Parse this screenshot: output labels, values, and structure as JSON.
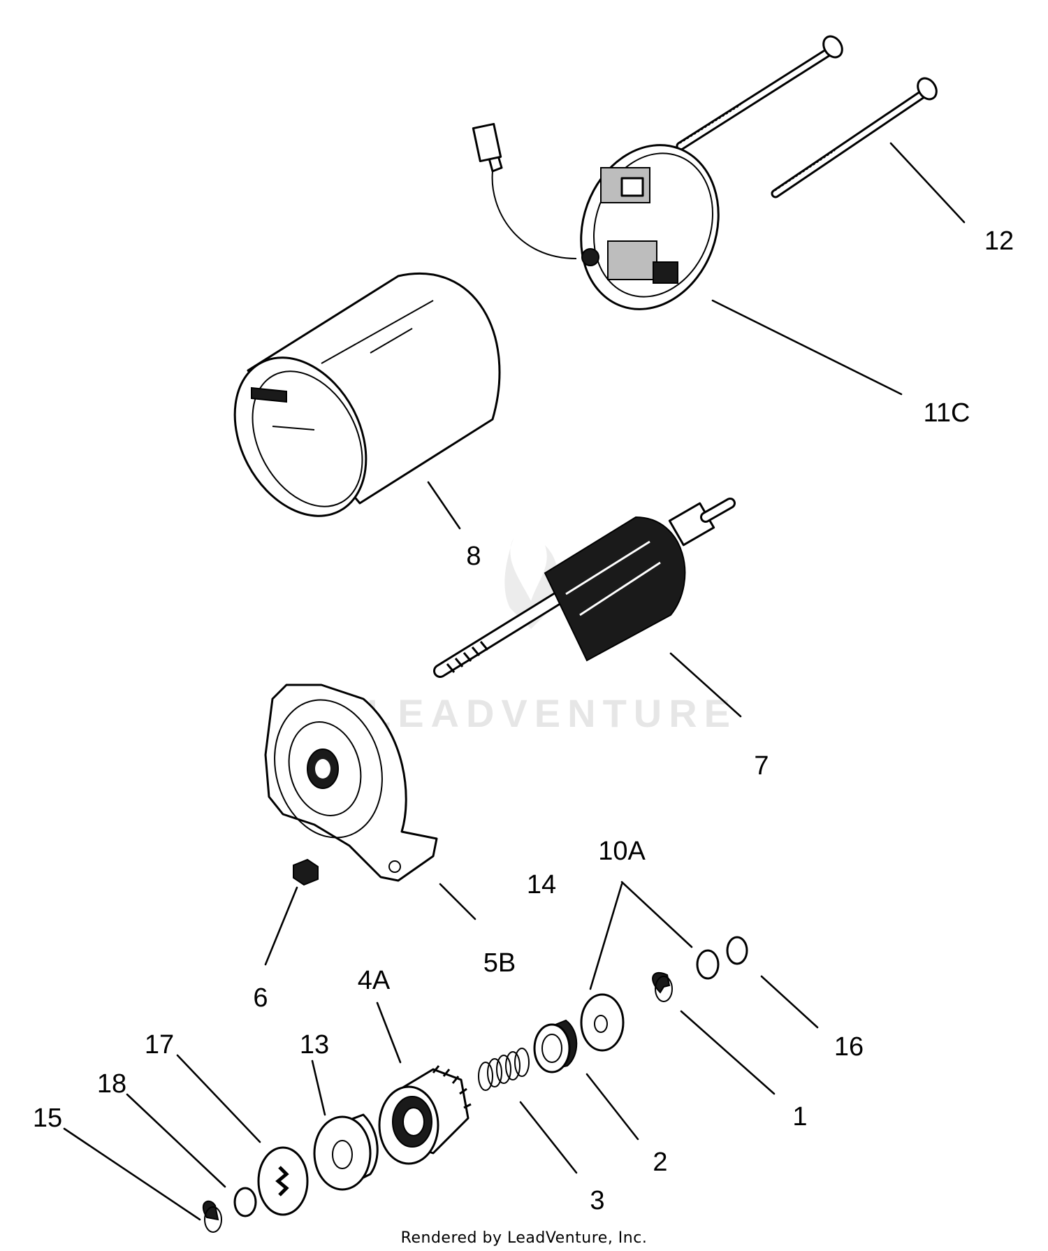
{
  "diagram": {
    "callouts": {
      "c1": "1",
      "c2": "2",
      "c3": "3",
      "c4a": "4A",
      "c5b": "5B",
      "c6": "6",
      "c7": "7",
      "c8": "8",
      "c10a": "10A",
      "c11c": "11C",
      "c12": "12",
      "c13": "13",
      "c14": "14",
      "c15": "15",
      "c16": "16",
      "c17": "17",
      "c18": "18"
    },
    "watermark": "LEADVENTURE",
    "credit": "Rendered by LeadVenture, Inc."
  }
}
